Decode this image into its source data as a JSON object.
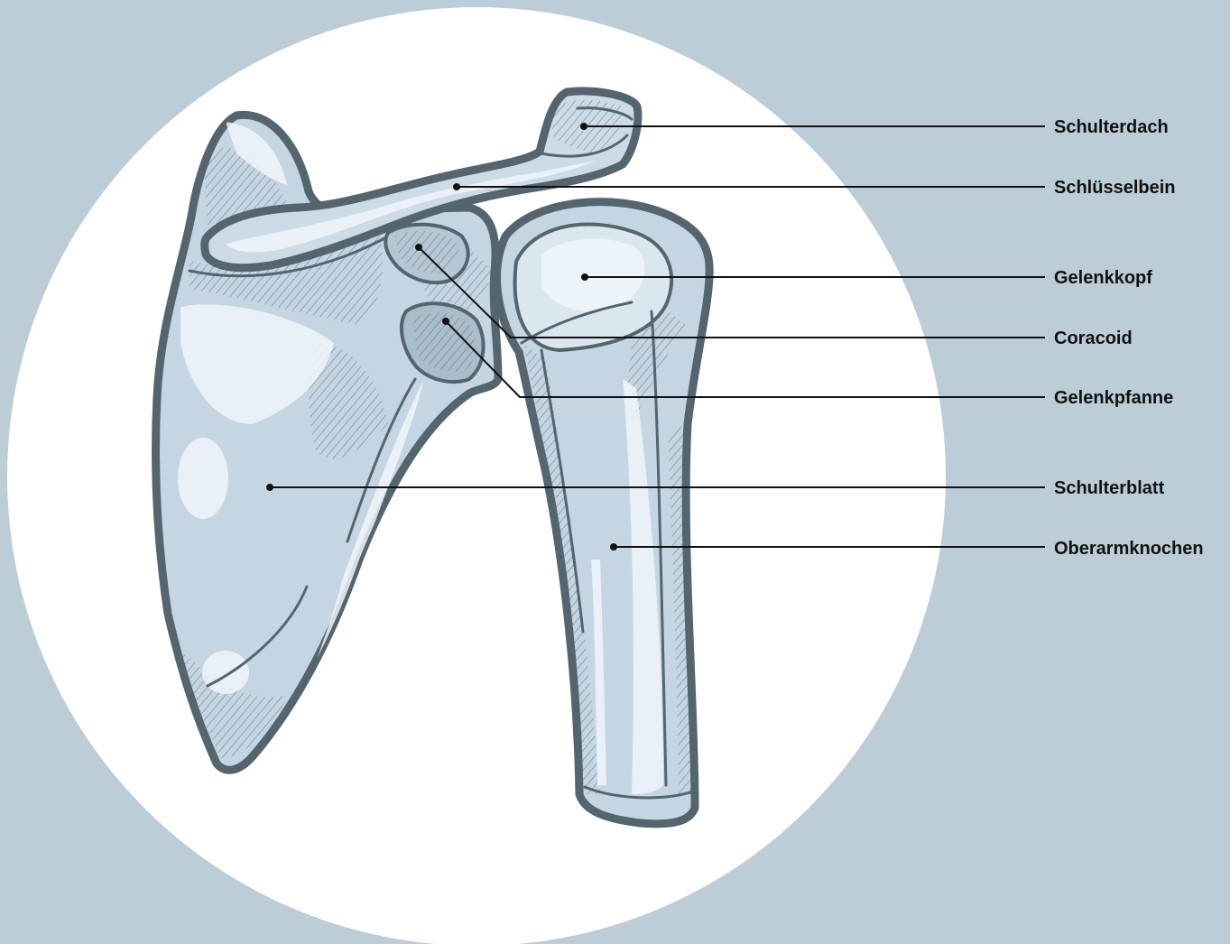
{
  "colors": {
    "background": "#bccdd8",
    "circle": "#ffffff",
    "bone_fill": "#c5d6e2",
    "bone_outline": "#54656f",
    "label": "#111111"
  },
  "labels": [
    {
      "key": "acromion",
      "text": "Schulterdach"
    },
    {
      "key": "clavicle",
      "text": "Schlüsselbein"
    },
    {
      "key": "humeral_head",
      "text": "Gelenkkopf"
    },
    {
      "key": "coracoid",
      "text": "Coracoid"
    },
    {
      "key": "glenoid",
      "text": "Gelenkpfanne"
    },
    {
      "key": "scapula",
      "text": "Schulterblatt"
    },
    {
      "key": "humerus",
      "text": "Oberarmknochen"
    }
  ]
}
